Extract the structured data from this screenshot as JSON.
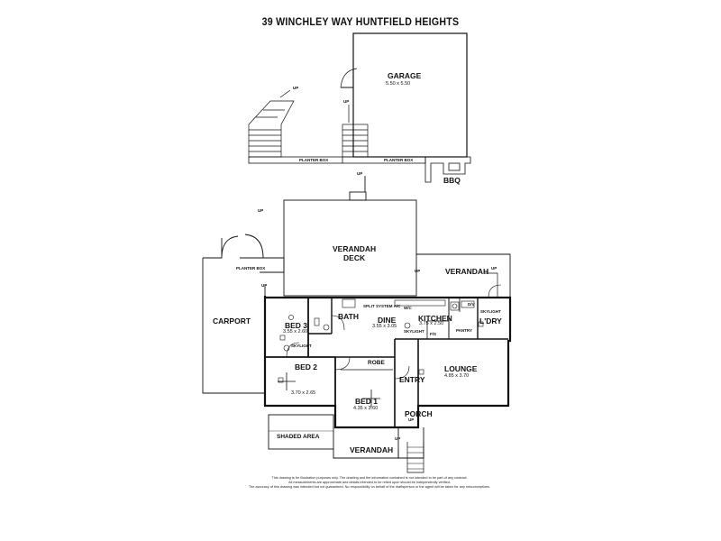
{
  "title": "39 WINCHLEY WAY HUNTFIELD HEIGHTS",
  "rooms": {
    "garage": {
      "name": "GARAGE",
      "dims": "5.50 x 5.50"
    },
    "verandah_deck": {
      "name": "VERANDAH\nDECK"
    },
    "verandah_right": {
      "name": "VERANDAH"
    },
    "verandah_bottom": {
      "name": "VERANDAH"
    },
    "carport": {
      "name": "CARPORT"
    },
    "bed3": {
      "name": "BED 3",
      "dims": "3.55 x 2.60"
    },
    "bath": {
      "name": "BATH"
    },
    "dine": {
      "name": "DINE",
      "dims": "3.55 x 3.05"
    },
    "kitchen": {
      "name": "KITCHEN",
      "dims": "3.75 x 2.50"
    },
    "ldry": {
      "name": "L'DRY"
    },
    "bed2": {
      "name": "BED 2",
      "dims": "3.70 x 2.65"
    },
    "robe": {
      "name": "ROBE"
    },
    "bed1": {
      "name": "BED 1",
      "dims": "4.35 x 3.60"
    },
    "entry": {
      "name": "ENTRY"
    },
    "lounge": {
      "name": "LOUNGE",
      "dims": "4.85 x 3.70"
    },
    "porch": {
      "name": "PORCH"
    },
    "shaded_area": {
      "name": "SHADED AREA"
    },
    "bbq": {
      "name": "BBQ"
    }
  },
  "labels": {
    "planter_box_1": "PLANTER BOX",
    "planter_box_2": "PLANTER BOX",
    "planter_box_3": "PLANTER BOX",
    "up": "UP",
    "split_system": "SPLIT SYSTEM A/C",
    "skylight": "SKYLIGHT",
    "pantry": "PANTRY",
    "fridge": "F/S",
    "dishwasher": "D/V",
    "walk_in": "W/C"
  },
  "disclaimer": [
    "This drawing is for illustration purposes only. The drawing and the information contained is not intended to be part of any contract.",
    "All measurements are approximate and details intended to be relied upon should be independently verified.",
    "The accuracy of this drawing was intended but not guaranteed. No responsibility on behalf of the draftsperson or the agent will be taken for any misconceptions."
  ]
}
